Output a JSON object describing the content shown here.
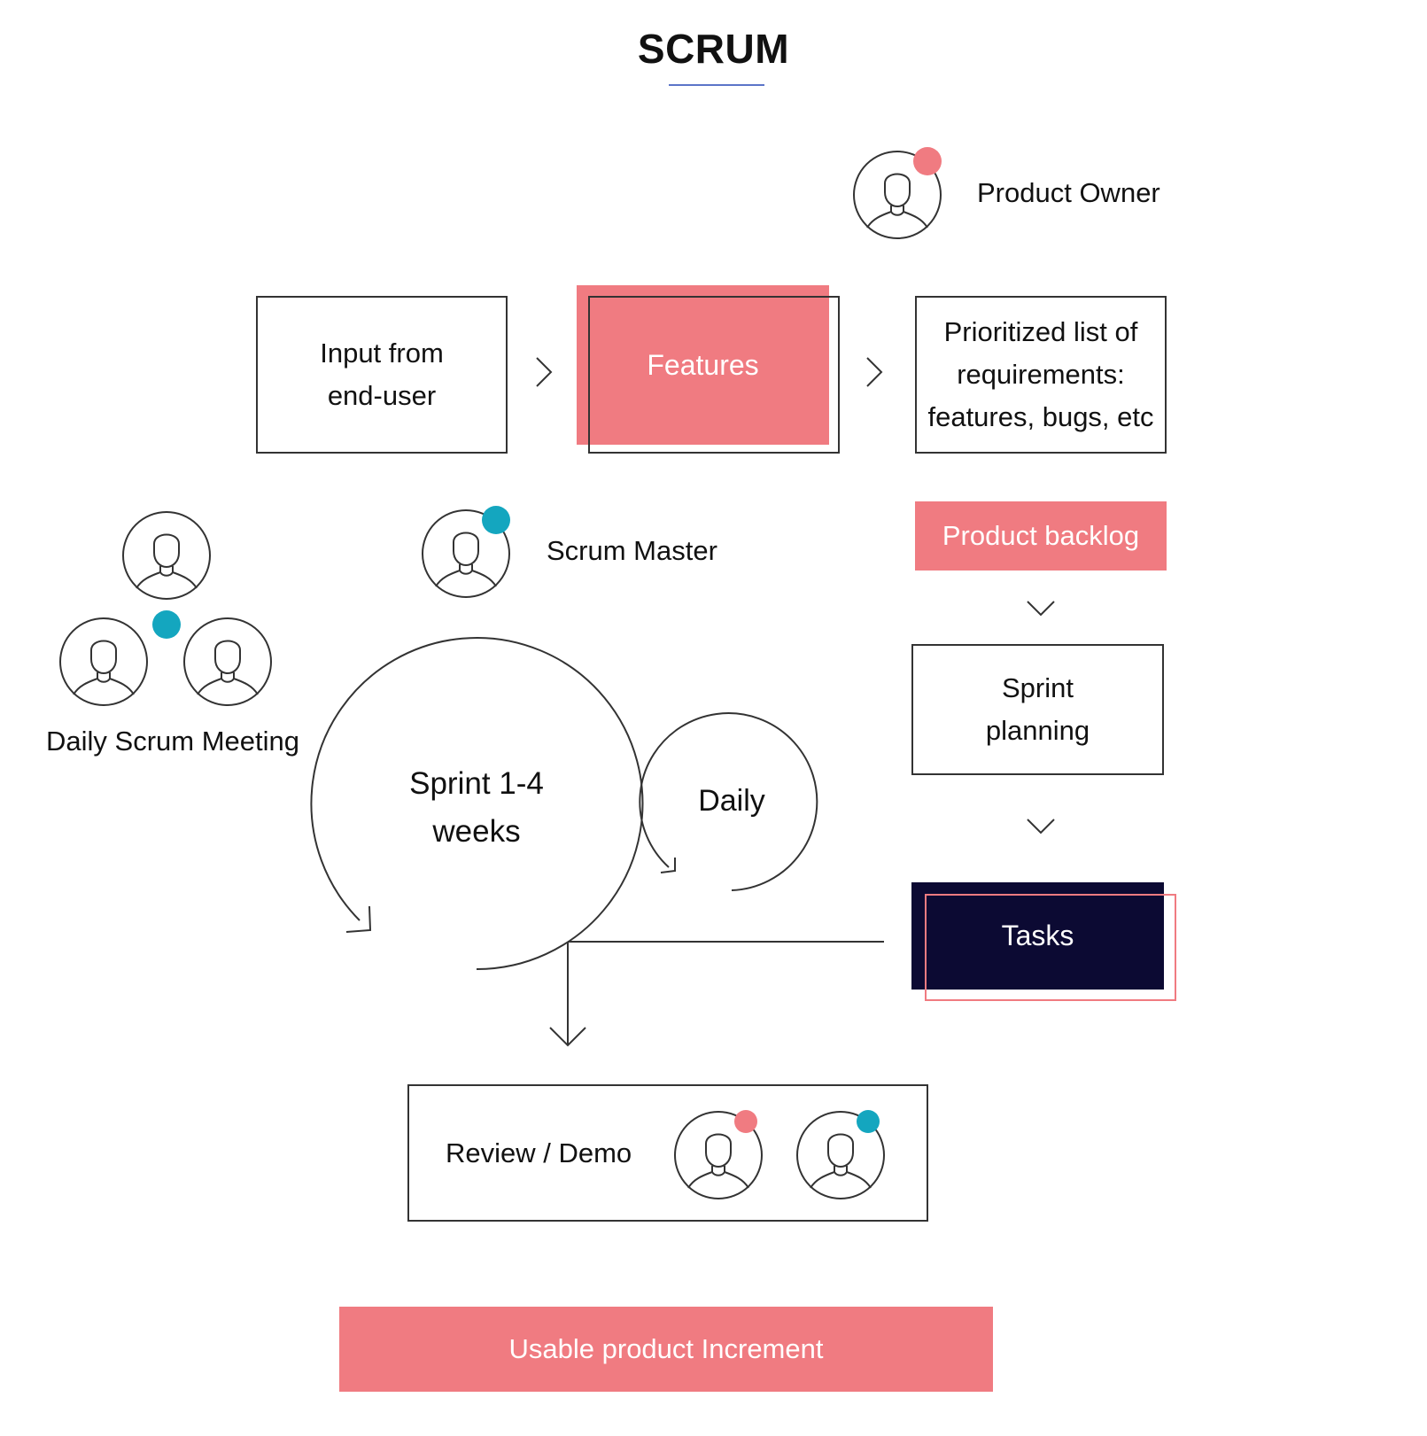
{
  "title": "SCRUM",
  "roles": {
    "product_owner": "Product Owner",
    "scrum_master": "Scrum Master",
    "daily_meeting": "Daily Scrum Meeting"
  },
  "flow": {
    "input": "Input from\nend-user",
    "features": "Features",
    "prioritized": "Prioritized list of\nrequirements:\nfeatures, bugs, etc",
    "product_backlog": "Product backlog",
    "sprint_planning": "Sprint\nplanning",
    "tasks": "Tasks",
    "sprint_cycle": "Sprint 1-4\nweeks",
    "daily_cycle": "Daily",
    "review": "Review / Demo",
    "increment": "Usable product Increment"
  },
  "colors": {
    "pink": "#f07b81",
    "teal": "#14a6bf",
    "navy": "#0c0a33",
    "line": "#333333",
    "underline": "#5b74c8"
  },
  "icons": [
    "person-icon",
    "chevron-right-icon",
    "chevron-down-icon",
    "arrow-down-icon",
    "cycle-arrow-icon"
  ]
}
